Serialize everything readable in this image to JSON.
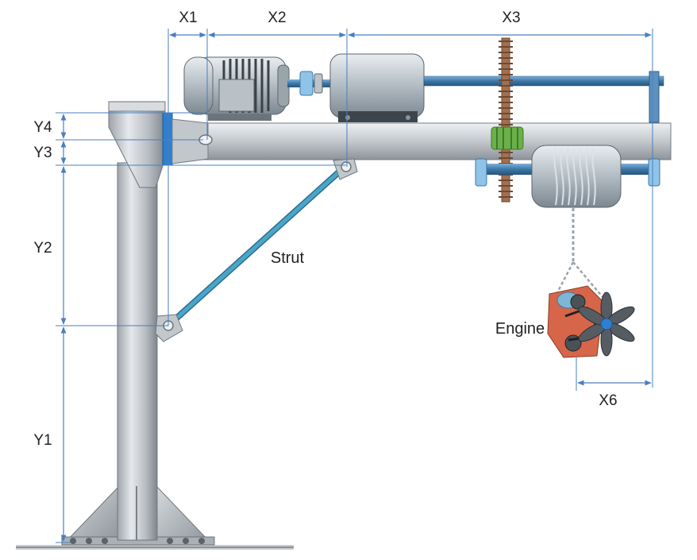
{
  "labels": {
    "x1": "X1",
    "x2": "X2",
    "x3": "X3",
    "x6": "X6",
    "y1": "Y1",
    "y2": "Y2",
    "y3": "Y3",
    "y4": "Y4",
    "strut": "Strut",
    "engine": "Engine"
  },
  "colors": {
    "steel": "#c4c9ce",
    "steel_dark": "#7d848b",
    "dimension": "#4a7fc0",
    "strut": "#4aa6c8",
    "mount_plate": "#2f7fd0",
    "gear": "#a27050",
    "gear_green": "#6bb04a",
    "engine_body": "#d6654a"
  }
}
